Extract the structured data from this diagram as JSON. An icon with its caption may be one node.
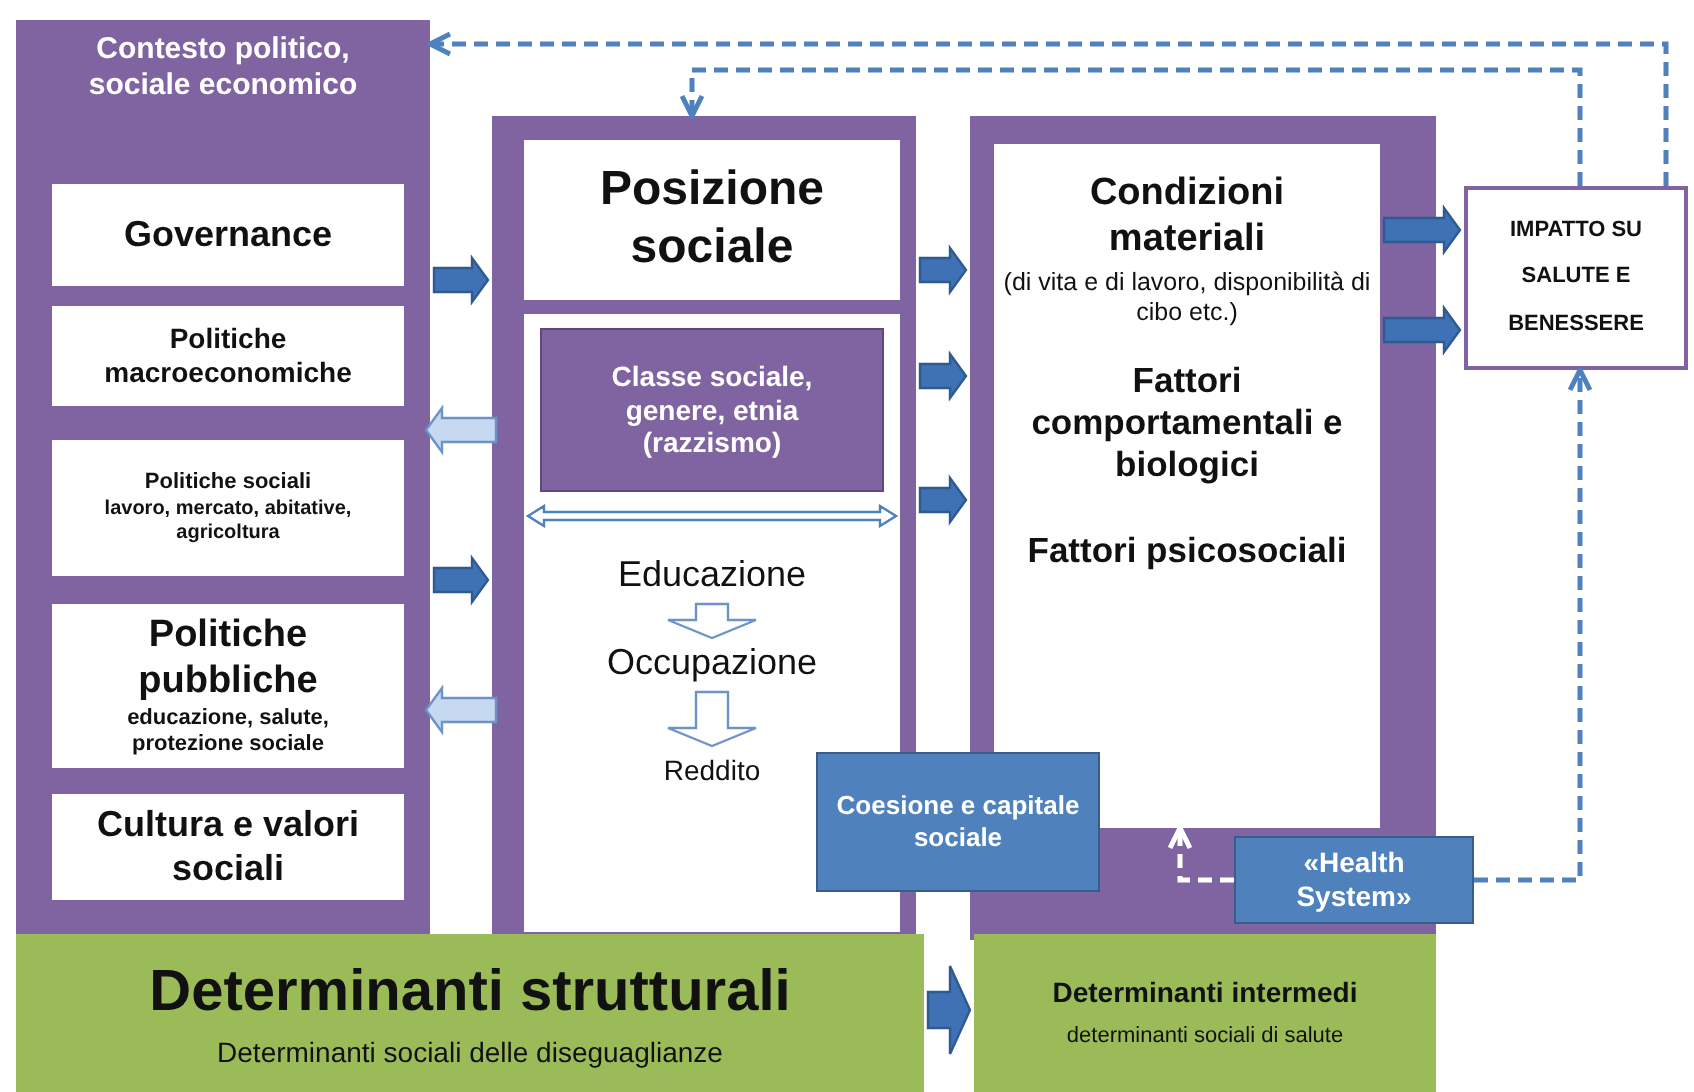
{
  "diagram": {
    "nodes": [
      {
        "text": [
          "Contesto politico, sociale economico"
        ]
      },
      {
        "text": [
          "Governance"
        ],
        "in": 0
      },
      {
        "text": [
          "Politiche macroeconomiche"
        ],
        "in": 0
      },
      {
        "text": [
          "Politiche sociali",
          "lavoro, mercato, abitative, agricoltura"
        ],
        "in": 0
      },
      {
        "text": [
          "Politiche pubbliche",
          "educazione, salute, protezione sociale"
        ],
        "in": 0
      },
      {
        "text": [
          "Cultura e valori sociali"
        ],
        "in": 0
      },
      {
        "text": [],
        "shape": "box"
      },
      {
        "text": [
          "Posizione sociale"
        ],
        "in": 6
      },
      {
        "text": [
          "Classe sociale, genere, etnia (razzismo)"
        ],
        "in": 6
      },
      {
        "text": [
          "Educazione"
        ],
        "in": 6
      },
      {
        "text": [
          "Occupazione"
        ],
        "in": 6
      },
      {
        "text": [
          "Reddito"
        ],
        "in": 6
      },
      {
        "text": [],
        "shape": "box"
      },
      {
        "text": [
          "Condizioni materiali",
          "(di vita e di lavoro, disponibilità di cibo etc.)",
          "Fattori comportamentali e biologici",
          "Fattori psicosociali"
        ],
        "in": 12
      },
      {
        "text": [
          "Coesione e capitale sociale"
        ]
      },
      {
        "text": [
          "«Health System»"
        ]
      },
      {
        "text": [
          "IMPATTO SU SALUTE E BENESSERE"
        ]
      },
      {
        "text": [
          "Determinanti strutturali",
          "Determinanti sociali delle diseguaglianze"
        ]
      },
      {
        "text": [
          "Determinanti intermedi",
          "determinanti sociali di salute"
        ]
      }
    ],
    "edges": [
      {
        "from": 0,
        "to": 6,
        "arrow": "to"
      },
      {
        "from": 6,
        "to": 0,
        "arrow": "to",
        "color": "#c6d9f1"
      },
      {
        "from": 0,
        "to": 6,
        "arrow": "to"
      },
      {
        "from": 6,
        "to": 0,
        "arrow": "to",
        "color": "#c6d9f1"
      },
      {
        "from": 6,
        "to": 12,
        "arrow": "to"
      },
      {
        "from": 6,
        "to": 12,
        "arrow": "to"
      },
      {
        "from": 6,
        "to": 12,
        "arrow": "to"
      },
      {
        "from": 13,
        "to": 16,
        "arrow": "to"
      },
      {
        "from": 13,
        "to": 16,
        "arrow": "to"
      },
      {
        "from": 17,
        "to": 18,
        "arrow": "to"
      },
      {
        "from": 9,
        "to": 10,
        "arrow": "to",
        "color": "#ffffff"
      },
      {
        "from": 10,
        "to": 11,
        "arrow": "to",
        "color": "#ffffff"
      },
      {
        "from": 16,
        "to": 0,
        "arrow": "to",
        "style": "dashed"
      },
      {
        "from": 16,
        "to": 6,
        "arrow": "to",
        "style": "dashed"
      },
      {
        "from": 15,
        "to": 16,
        "arrow": "to",
        "style": "dashed"
      },
      {
        "from": 15,
        "to": 13,
        "arrow": "to",
        "style": "dashed",
        "color": "#ffffff"
      }
    ]
  }
}
